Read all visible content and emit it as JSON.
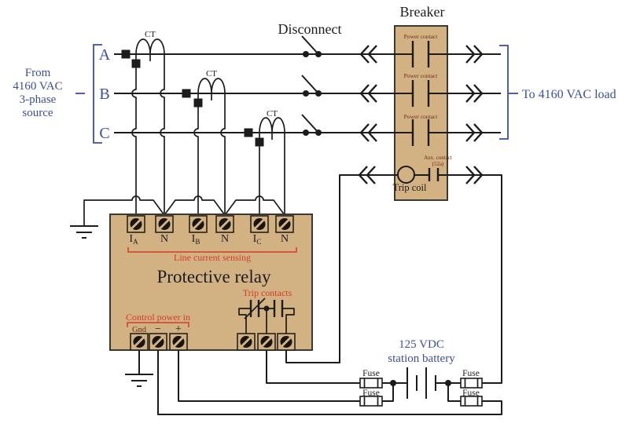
{
  "diagram": {
    "source_label": {
      "lines": [
        "From",
        "4160 VAC",
        "3-phase",
        "source"
      ]
    },
    "load_label": "To 4160 VAC load",
    "phase_labels": [
      "A",
      "B",
      "C"
    ],
    "ct_label": "CT",
    "disconnect_title": "Disconnect",
    "breaker": {
      "title": "Breaker",
      "power_contact_label": "Power contact",
      "aux_contact_line1": "Aux. contact",
      "aux_contact_line2": "(52a)",
      "trip_coil_label": "Trip coil"
    },
    "relay": {
      "title": "Protective relay",
      "line_current_sensing_label": "Line current sensing",
      "trip_contacts_label": "Trip contacts",
      "control_power_in_label": "Control power in",
      "terminals": [
        {
          "main": "I",
          "sub": "A"
        },
        {
          "main": "N",
          "sub": ""
        },
        {
          "main": "I",
          "sub": "B"
        },
        {
          "main": "N",
          "sub": ""
        },
        {
          "main": "I",
          "sub": "C"
        },
        {
          "main": "N",
          "sub": ""
        }
      ],
      "gnd_label": "Gnd",
      "minus_label": "−",
      "plus_label": "+"
    },
    "battery": {
      "lines": [
        "125 VDC",
        "station battery"
      ]
    },
    "fuse_label": "Fuse",
    "colors": {
      "background": "#ffffff",
      "line": "#1c1c1c",
      "box_fill": "#d2b183",
      "blue": "#3c4f9e",
      "red": "#d53c28",
      "dark_red": "#6e2c1c"
    }
  }
}
